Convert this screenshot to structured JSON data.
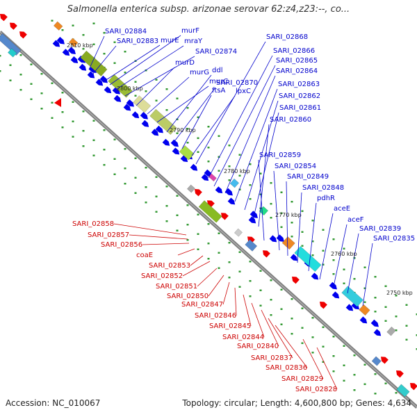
{
  "title": "Salmonella enterica subsp. arizonae serovar 62:z4,z23:--, co...",
  "footer": {
    "accession": "Accession: NC_010067",
    "summary": "Topology: circular; Length: 4,600,800 bp; Genes: 4,634"
  },
  "colors": {
    "forward_label": "#0000cc",
    "reverse_label": "#cc0000",
    "backbone": "#808080",
    "tick": "#339933",
    "forward_gene": "#0000ee",
    "reverse_gene": "#ee0000"
  },
  "scale_labels": [
    "2810 kbp",
    "2800 kbp",
    "2790 kbp",
    "2780 kbp",
    "2770 kbp",
    "2760 kbp",
    "2750 kbp"
  ],
  "forward_labels": [
    "SARI_02884",
    "SARI_02883",
    "murE",
    "murF",
    "mraY",
    "SARI_02874",
    "murD",
    "murG",
    "murC",
    "ddl",
    "SARI_02870",
    "ftsA",
    "lpxC",
    "SARI_02868",
    "SARI_02866",
    "SARI_02865",
    "SARI_02864",
    "SARI_02863",
    "SARI_02862",
    "SARI_02861",
    "SARI_02860",
    "SARI_02859",
    "SARI_02854",
    "SARI_02849",
    "SARI_02848",
    "pdhR",
    "aceE",
    "aceF",
    "SARI_02839",
    "SARI_02835"
  ],
  "reverse_labels": [
    "SARI_02858",
    "SARI_02857",
    "SARI_02856",
    "coaE",
    "SARI_02853",
    "SARI_02852",
    "SARI_02851",
    "SARI_02850",
    "SARI_02847",
    "SARI_02846",
    "SARI_02845",
    "SARI_02844",
    "SARI_02840",
    "SARI_02837",
    "SARI_02836",
    "SARI_02829",
    "SARI_02828"
  ]
}
